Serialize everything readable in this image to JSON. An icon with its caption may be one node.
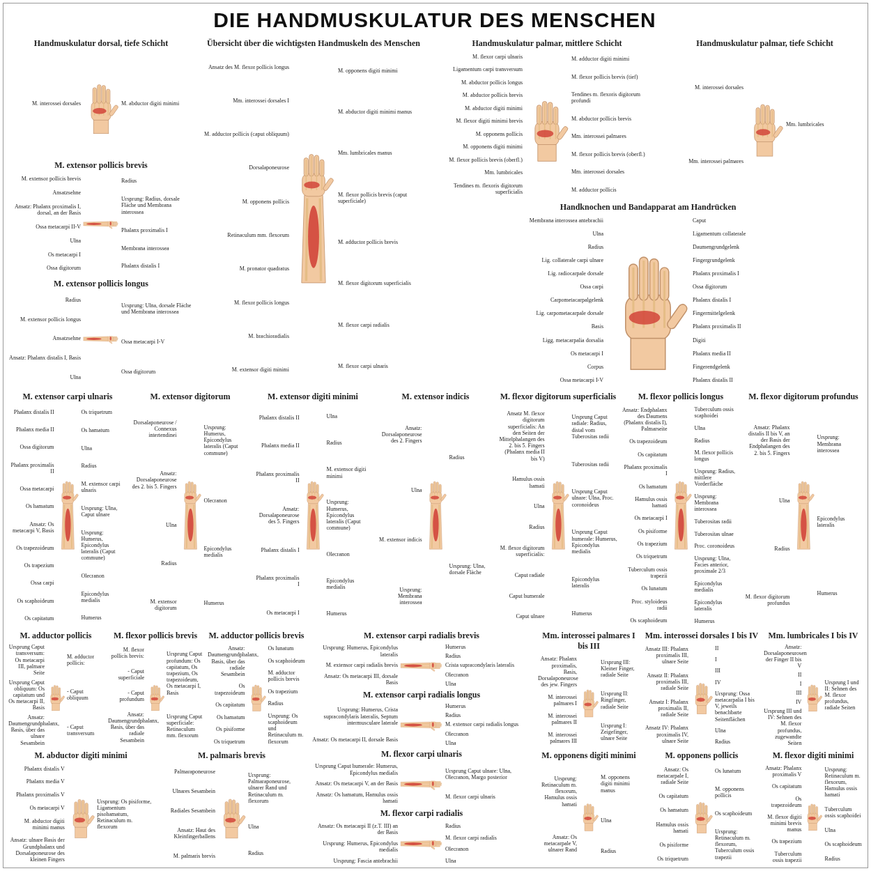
{
  "diagram": {
    "title": "DIE HANDMUSKULATUR DES MENSCHEN",
    "labels": [
      "Handmuskulatur dorsal, tiefe Schicht",
      "M. interossei dorsales",
      "M. abductor digiti minimi",
      "Übersicht über die wichtigsten Handmuskeln des Menschen",
      "Ansatz des M. flexor pollicis longus",
      "Mm. interossei dorsales I",
      "M. adductor pollicis (caput obliquum)",
      "Dorsalaponeurose",
      "M. opponens pollicis",
      "Retinaculum mm. flexorum",
      "M. pronator quadratus",
      "M. flexor pollicis longus",
      "M. brachioradialis",
      "M. extensor digiti minimi",
      "M. opponens digiti minimi",
      "M. abductor digiti minimi manus",
      "Mm. lumbricales manus",
      "M. flexor pollicis brevis (caput superficiale)",
      "M. adductor pollicis brevis",
      "M. flexor digitorum superficialis",
      "M. flexor carpi radialis",
      "M. flexor carpi ulnaris",
      "Handmuskulatur palmar, mittlere Schicht",
      "M. flexor carpi ulnaris",
      "Ligamentum carpi transversum",
      "M. abductor pollicis longus",
      "M. abductor pollicis brevis",
      "M. abductor digiti minimi",
      "M. flexor digiti minimi brevis",
      "M. opponens pollicis",
      "M. opponens digiti minimi",
      "M. flexor pollicis brevis (oberfl.)",
      "Mm. lumbricales",
      "Tendines m. flexoris digitorum superficialis",
      "M. adductor digiti minimi",
      "M. flexor pollicis brevis (tief)",
      "Tendines m. flexoris digitorum profundi",
      "M. abductor pollicis brevis",
      "Mm. interossei palmares",
      "M. flexor pollicis brevis (oberfl.)",
      "Mm. interossei dorsales",
      "M. adductor pollicis",
      "Handmuskulatur palmar, tiefe Schicht",
      "M. interossei dorsales",
      "Mm. interossei palmares",
      "Mm. lumbricales",
      "M. extensor pollicis brevis",
      "M. extensor pollicis brevis",
      "Ansatzsehne",
      "Ansatz: Phalanx proximalis I, dorsal, an der Basis",
      "Ossa metacarpi II-V",
      "Ulna",
      "Os metacarpi I",
      "Ossa digitorum",
      "Radius",
      "Ursprung: Radius, dorsale Fläche und Membrana interossea",
      "Phalanx proximalis I",
      "Membrana interossea",
      "Phalanx distalis I",
      "Handknochen und Bandapparat am Handrücken",
      "Membrana interossea antebrachii",
      "Ulna",
      "Radius",
      "Lig. collaterale carpi ulnare",
      "Lig. radiocarpale dorsale",
      "Ossa carpi",
      "Carpometacarpalgelenk",
      "Lig. carpometacarpale dorsale",
      "Basis",
      "Ligg. metacarpalia dorsalia",
      "Os metacarpi I",
      "Corpus",
      "Ossa metacarpi I-V",
      "Caput",
      "Ligamentum collaterale",
      "Daumengrundgelenk",
      "Fingergrundgelenk",
      "Phalanx proximalis I",
      "Ossa digitorum",
      "Phalanx distalis I",
      "Fingermittelgelenk",
      "Phalanx proximalis II",
      "Digiti",
      "Phalanx media II",
      "Fingerendgelenk",
      "Phalanx distalis II",
      "M. extensor pollicis longus",
      "Radius",
      "M. extensor pollicis longus",
      "Ansatzsehne",
      "Ansatz: Phalanx distalis I, Basis",
      "Ulna",
      "Ursprung: Ulna, dorsale Fläche und Membrana interossea",
      "Ossa metacarpi I-V",
      "Ossa digitorum",
      "M. extensor carpi ulnaris",
      "Phalanx distalis II",
      "Phalanx media II",
      "Ossa digitorum",
      "Phalanx proximalis II",
      "Ossa metacarpi",
      "Os hamatum",
      "Ansatz: Os metacarpi V, Basis",
      "Os trapezoideum",
      "Os trapezium",
      "Ossa carpi",
      "Os scaphoideum",
      "Os capitatum",
      "Os triquetrum",
      "Os hamatum",
      "Ulna",
      "Radius",
      "M. extensor carpi ulnaris",
      "Ursprung: Ulna, Caput ulnare",
      "Ursprung: Humerus, Epicondylus lateralis (Caput commune)",
      "Olecranon",
      "Epicondylus medialis",
      "Humerus",
      "M. extensor digitorum",
      "Dorsalaponeurose / Connexus intertendinei",
      "Ansatz: Dorsalaponeurose des 2. bis 5. Fingers",
      "Ulna",
      "Radius",
      "M. extensor digitorum",
      "Ursprung: Humerus, Epicondylus lateralis (Caput commune)",
      "Olecranon",
      "Epicondylus medialis",
      "Humerus",
      "M. extensor digiti minimi",
      "Phalanx distalis II",
      "Phalanx media II",
      "Phalanx proximalis II",
      "Ansatz: Dorsalaponeurose des 5. Fingers",
      "Phalanx distalis I",
      "Phalanx proximalis I",
      "Os metacarpi I",
      "Ulna",
      "Radius",
      "M. extensor digiti minimi",
      "Ursprung: Humerus, Epicondylus lateralis (Caput commune)",
      "Olecranon",
      "Epicondylus medialis",
      "Humerus",
      "M. extensor indicis",
      "Ansatz: Dorsalaponeurose des 2. Fingers",
      "Ulna",
      "M. extensor indicis",
      "Ursprung: Membrana interossea",
      "Radius",
      "Ursprung: Ulna, dorsale Fläche",
      "M. flexor digitorum superficialis",
      "Ansatz M. flexor digitorum superficialis: An den Seiten der Mittelphalangen des 2. bis 5. Fingers (Phalanx media II bis V)",
      "Hamulus ossis hamati",
      "Ulna",
      "Radius",
      "M. flexor digitorum superficialis:",
      "Caput radiale",
      "Caput humerale",
      "Caput ulnare",
      "Ursprung Caput radiale: Radius, distal vom Tuberositas radii",
      "Tuberositas radii",
      "Ursprung Caput ulnare: Ulna, Proc. coronoideus",
      "Ursprung Caput humerale: Humerus, Epicondylus medialis",
      "Epicondylus lateralis",
      "Humerus",
      "M. flexor pollicis longus",
      "Ansatz: Endphalanx des Daumens (Phalanx distalis I), Palmarseite",
      "Os trapezoideum",
      "Os capitatum",
      "Phalanx proximalis I",
      "Os hamatum",
      "Hamulus ossis hamati",
      "Os metacarpi I",
      "Os pisiforme",
      "Os trapezium",
      "Os triquetrum",
      "Tuberculum ossis trapezii",
      "Os lunatum",
      "Proc. styloideus radii",
      "Os scaphoideum",
      "Tuberculum ossis scaphoidei",
      "Ulna",
      "Radius",
      "M. flexor pollicis longus",
      "Ursprung: Radius, mittlere Vorderfläche",
      "Ursprung: Membrana interossea",
      "Tuberositas radii",
      "Tuberositas ulnae",
      "Proc. coronoideus",
      "Ursprung: Ulna, Facies anterior, proximale 2/3",
      "Epicondylus medialis",
      "Epicondylus lateralis",
      "Humerus",
      "M. flexor digitorum profundus",
      "Ansatz: Phalanx distalis II bis V, an der Basis der Endphalangen des 2. bis 5. Fingers",
      "Ulna",
      "Radius",
      "M. flexor digitorum profundus",
      "Ursprung: Membrana interossea",
      "Epicondylus lateralis",
      "Humerus",
      "M. adductor pollicis",
      "Ursprung Caput transversum: Os metacarpi III, palmare Seite",
      "Ursprung Caput obliquum: Os capitatum und Os metacarpi II, Basis",
      "Ansatz: Daumengrundphalanx, Basis, über das ulnare Sesambein",
      "M. adductor pollicis:",
      "- Caput obliquum",
      "- Caput transversum",
      "M. adductor pollicis brevis",
      "Ansatz: Daumengrundphalanx, Basis, über das radiale Sesambein",
      "Os trapezoideum",
      "Os capitatum",
      "Os hamatum",
      "Os pisiforme",
      "Os triquetrum",
      "Os lunatum",
      "Os scaphoideum",
      "M. adductor pollicis brevis",
      "Os trapezium",
      "Radius",
      "Ursprung: Os scaphoideum und Retinaculum m. flexorum",
      "M. flexor pollicis brevis",
      "M. flexor pollicis brevis:",
      "- Caput superficiale",
      "- Caput profundum",
      "Ansatz: Daumengrundphalanx, Basis, über das radiale Sesambein",
      "Ursprung Caput profundum: Os capitatum, Os trapezium, Os trapezoideum, Os metacarpi I, Basis",
      "Ursprung Caput superficiale: Retinaculum mm. flexorum",
      "M. abductor digiti minimi",
      "Phalanx distalis V",
      "Phalanx media V",
      "Phalanx proximalis V",
      "Os metacarpi V",
      "M. abductor digiti minimi manus",
      "Ansatz: ulnare Basis der Grundphalanx und Dorsalaponeurose des kleinen Fingers",
      "Ursprung: Os pisiforme, Ligamentum pisohamatum, Retinaculum m. flexorum",
      "M. palmaris brevis",
      "Palmaraponeurose",
      "Ulnares Sesambein",
      "Radiales Sesambein",
      "Ansatz: Haut des Kleinfingerballens",
      "M. palmaris brevis",
      "Ursprung: Palmaraponeurose, ulnarer Rand und Retinaculum m. flexorum",
      "Ulna",
      "Radius",
      "M. extensor carpi radialis brevis",
      "Ursprung: Humerus, Epicondylus lateralis",
      "M. extensor carpi radialis brevis",
      "Ansatz: Os metacarpi III, dorsale Basis",
      "Humerus",
      "Radius",
      "Crista supracondylaris lateralis",
      "Olecranon",
      "Ulna",
      "M. extensor carpi radialis longus",
      "Ursprung: Humerus, Crista supracondylaris lateralis, Septum intermusculare laterale",
      "Ansatz: Os metacarpi II, dorsale Basis",
      "Humerus",
      "Radius",
      "M. extensor carpi radialis longus",
      "Olecranon",
      "Ulna",
      "M. flexor carpi ulnaris",
      "Ursprung Caput humerale: Humerus, Epicondylus medialis",
      "Ansatz: Os metacarpi V, an der Basis",
      "Ansatz: Os hamatum, Hamulus ossis hamati",
      "Ursprung Caput ulnare: Ulna, Olecranon, Margo posterior",
      "M. flexor carpi ulnaris",
      "M. flexor carpi radialis",
      "Ansatz: Os metacarpi II (z.T. III) an der Basis",
      "Ursprung: Humerus, Epicondylus medialis",
      "Ursprung: Fascia antebrachii",
      "Radius",
      "M. flexor carpi radialis",
      "Olecranon",
      "Ulna",
      "Mm. interossei palmares I bis III",
      "Ansatz: Phalanx proximalis, Basis, Dorsalaponeurose des jew. Fingers",
      "M. interossei palmares I",
      "M. interossei palmares II",
      "M. interossei palmares III",
      "Ursprung III: Kleiner Finger, radiale Seite",
      "Ursprung II: Ringfinger, radiale Seite",
      "Ursprung I: Zeigefinger, ulnare Seite",
      "Mm. interossei dorsales I bis IV",
      "Ansatz III: Phalanx proximalis III, ulnare Seite",
      "Ansatz II: Phalanx proximalis III, radiale Seite",
      "Ansatz I: Phalanx proximalis II, radiale Seite",
      "Ansatz IV: Phalanx proximalis IV, ulnare Seite",
      "II",
      "I",
      "III",
      "IV",
      "Ursprung: Ossa metacarpalia I bis V, jeweils benachbarte Seitenflächen",
      "Ulna",
      "Radius",
      "Mm. lumbricales I bis IV",
      "Ansatz: Dorsalaponeurosen der Finger II bis V",
      "II",
      "I",
      "III",
      "IV",
      "Ursprung III und IV: Sehnen des M. flexor profundus, zugewandte Seiten",
      "Ursprung I und II: Sehnen des M. flexor profundus, radiale Seiten",
      "M. opponens digiti minimi",
      "Ursprung: Retinaculum m. flexorum, Hamulus ossis hamati",
      "Ansatz: Os metacarpale V, ulnarer Rand",
      "M. opponens digiti minimi manus",
      "Ulna",
      "Radius",
      "M. opponens pollicis",
      "Ansatz: Os metacarpale I, radiale Seite",
      "Os capitatum",
      "Os hamatum",
      "Hamulus ossis hamati",
      "Os pisiforme",
      "Os triquetrum",
      "Os lunatum",
      "M. opponens pollicis",
      "Os scaphoideum",
      "Ursprung: Retinaculum m. flexorum, Tuberculum ossis trapezii",
      "M. flexor digiti minimi",
      "Ansatz: Phalanx proximalis V",
      "Os capitatum",
      "Os trapezoideum",
      "M. flexor digiti minimi brevis manus",
      "Os trapezium",
      "Tuberculum ossis trapezii",
      "Ursprung: Retinaculum m. flexorum, Hamulus ossis hamati",
      "Tuberculum ossis scaphoidei",
      "Ulna",
      "Os scaphoideum",
      "Radius"
    ]
  }
}
